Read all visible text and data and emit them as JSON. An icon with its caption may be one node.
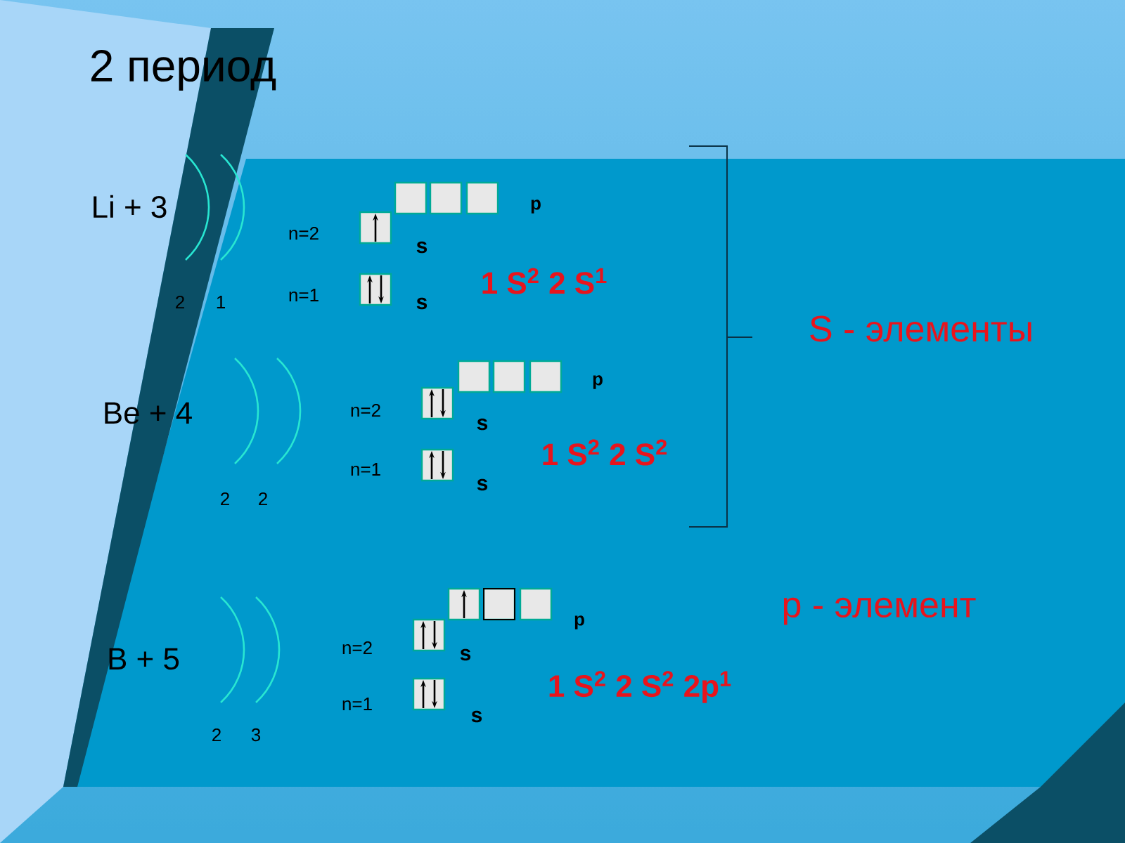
{
  "diagram": {
    "title": "2 период",
    "labels": [
      "Li + 3",
      "p",
      "n=2",
      "s",
      "n=1",
      "s",
      "1 S$^{2}$ 2 S$^{1}$",
      "2",
      "1",
      "S - элементы",
      "Be + 4",
      "p",
      "n=2",
      "s",
      "1 S$^{2}$ 2 S$^{2}$",
      "n=1",
      "s",
      "2",
      "2",
      "p - элемент",
      "B + 5",
      "p",
      "n=2",
      "s",
      "n=1",
      "1 S$^{2}$ 2 S$^{2}$ 2p$^{1}$",
      "s",
      "2",
      "3"
    ]
  }
}
